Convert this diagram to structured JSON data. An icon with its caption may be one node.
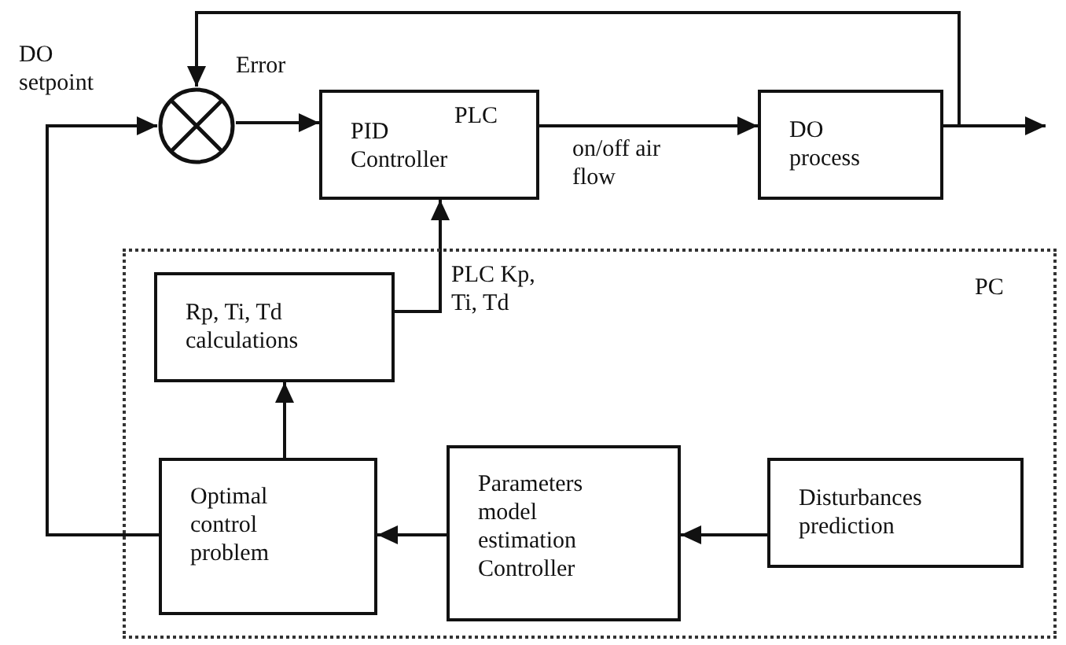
{
  "diagram": {
    "nodes": [
      {
        "text": [
          "PC"
        ]
      },
      {
        "text": [],
        "shape": "circle",
        "beside": [
          "Error"
        ]
      },
      {
        "text": [
          "PID Controller",
          "PLC"
        ]
      },
      {
        "text": [
          "DO process"
        ]
      },
      {
        "text": [
          "Rp, Ti, Td calculations"
        ],
        "in": 0
      },
      {
        "text": [
          "Optimal control problem"
        ],
        "in": 0
      },
      {
        "text": [
          "Parameters model estimation Controller"
        ],
        "in": 0
      },
      {
        "text": [
          "Disturbances prediction"
        ],
        "in": 0
      }
    ],
    "edges": [
      {
        "from": 1,
        "to": 2,
        "arrow": "to"
      },
      {
        "from": 2,
        "to": 3,
        "arrow": "to",
        "label": "on/off air flow"
      },
      {
        "from": 3,
        "to": null,
        "arrow": "to"
      },
      {
        "from": 3,
        "to": 1,
        "arrow": "to"
      },
      {
        "from": 4,
        "to": 2,
        "arrow": "to",
        "label": "PLC Kp, Ti, Td"
      },
      {
        "from": 5,
        "to": 4,
        "arrow": "to"
      },
      {
        "from": 6,
        "to": 5,
        "arrow": "to"
      },
      {
        "from": 7,
        "to": 6,
        "arrow": "to"
      },
      {
        "from": 5,
        "to": 1,
        "arrow": "to"
      }
    ],
    "labels": [
      "DO setpoint"
    ]
  }
}
